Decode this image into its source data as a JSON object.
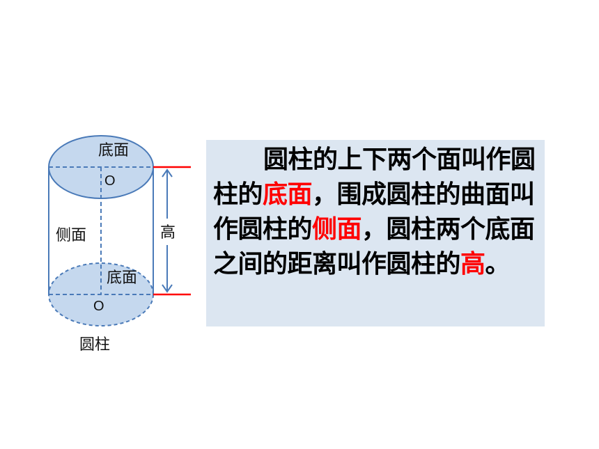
{
  "diagram": {
    "top_face_label": "底面",
    "bottom_face_label": "底面",
    "side_label": "侧面",
    "height_label": "高",
    "top_center_label": "O",
    "bottom_center_label": "O",
    "caption": "圆柱"
  },
  "definition": {
    "p1": "圆柱的上下两个面叫作圆柱的",
    "term_base": "底面",
    "p2": "，围成圆柱的曲面叫作圆柱的",
    "term_side": "侧面",
    "p3": "，圆柱两个底面之间的距离叫作圆柱的",
    "term_height": "高",
    "p4": "。"
  },
  "colors": {
    "face_fill": "#c5d8ee",
    "outline": "#4a7ab8",
    "marker": "#ff0000",
    "highlight": "#ff0000",
    "panel_bg": "#dce6f1"
  }
}
